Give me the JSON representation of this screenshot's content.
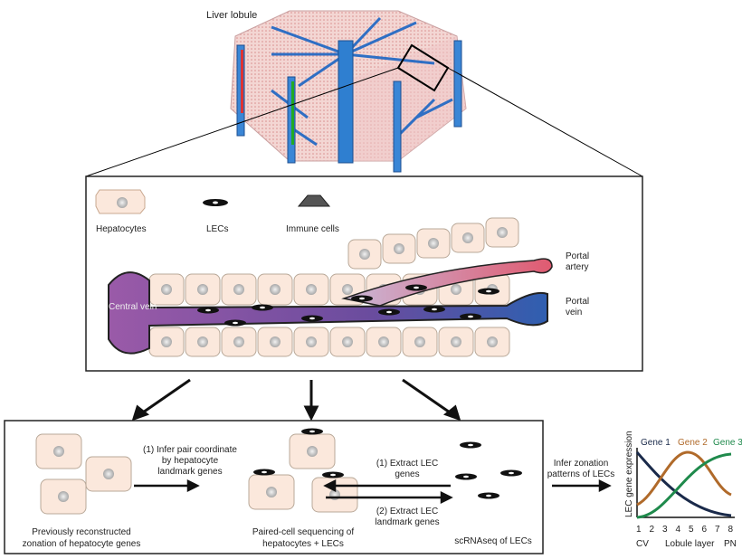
{
  "lobule": {
    "label": "Liver lobule"
  },
  "legend": {
    "hepatocytes": "Hepatocytes",
    "lecs": "LECs",
    "immune": "Immune cells"
  },
  "sinusoid": {
    "central_vein": "Central vein",
    "portal_artery": [
      "Portal",
      "artery"
    ],
    "portal_vein": [
      "Portal",
      "vein"
    ]
  },
  "workflow": {
    "step_infer": [
      "(1) Infer pair coordinate",
      "by hepatocyte",
      "landmark genes"
    ],
    "step_extract1": [
      "(1) Extract LEC",
      "genes"
    ],
    "step_extract2": [
      "(2) Extract LEC",
      "landmark genes"
    ],
    "caption_left": [
      "Previously reconstructed",
      "zonation of hepatocyte genes"
    ],
    "caption_mid": [
      "Paired-cell sequencing of",
      "hepatocytes + LECs"
    ],
    "caption_right": "scRNAseq of LECs",
    "infer_zonation": [
      "Infer zonation",
      "patterns of LECs"
    ]
  },
  "chart": {
    "ylabel": "LEC gene expression",
    "xlabel": "Lobule layer",
    "x_left": "CV",
    "x_right": "PN",
    "ticks": [
      "1",
      "2",
      "3",
      "4",
      "5",
      "6",
      "7",
      "8"
    ],
    "series": [
      {
        "name": "Gene 1",
        "color": "#1a2a4a"
      },
      {
        "name": "Gene 2",
        "color": "#b06a2a"
      },
      {
        "name": "Gene 3",
        "color": "#1f8a4c"
      }
    ]
  },
  "colors": {
    "hepatocyte": "#fbe8dc",
    "vein_purple": "#8a4f9e",
    "vein_blue": "#2f5fb0",
    "artery": "#e06a7a"
  }
}
